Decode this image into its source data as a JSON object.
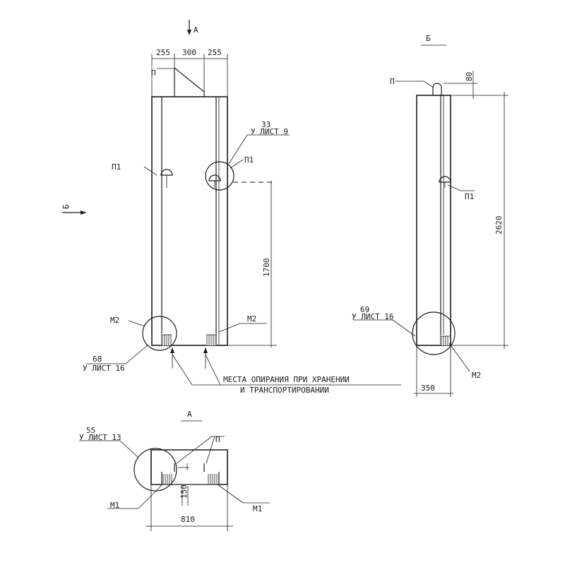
{
  "view_front": {
    "section_label": "А",
    "view_b_label": "Б",
    "dim_255_left": "255",
    "dim_300": "300",
    "dim_255_right": "255",
    "dim_1700": "1700",
    "label_p": "П",
    "label_p1_left": "П1",
    "label_p1_right": "П1",
    "callout_33_num": "33",
    "callout_33_sheet": "У ЛИСТ 9",
    "label_m2_left": "М2",
    "label_m2_right": "М2",
    "callout_68_num": "68",
    "callout_68_sheet": "У ЛИСТ 16",
    "support_note_line1": "МЕСТА ОПИРАНИЯ ПРИ ХРАНЕНИИ",
    "support_note_line2": "И ТРАНСПОРТИРОВАНИИ"
  },
  "view_side": {
    "title": "Б",
    "label_p": "П",
    "dim_80": "80",
    "dim_2620": "2620",
    "label_p1": "П1",
    "callout_69_num": "69",
    "callout_69_sheet": "У ЛИСТ 16",
    "label_m2": "М2",
    "dim_350": "350"
  },
  "view_plan": {
    "title": "А",
    "callout_55_num": "55",
    "callout_55_sheet": "У ЛИСТ 13",
    "label_p": "П",
    "dim_150": "150",
    "label_m1_left": "М1",
    "label_m1_right": "М1",
    "dim_810": "810"
  }
}
